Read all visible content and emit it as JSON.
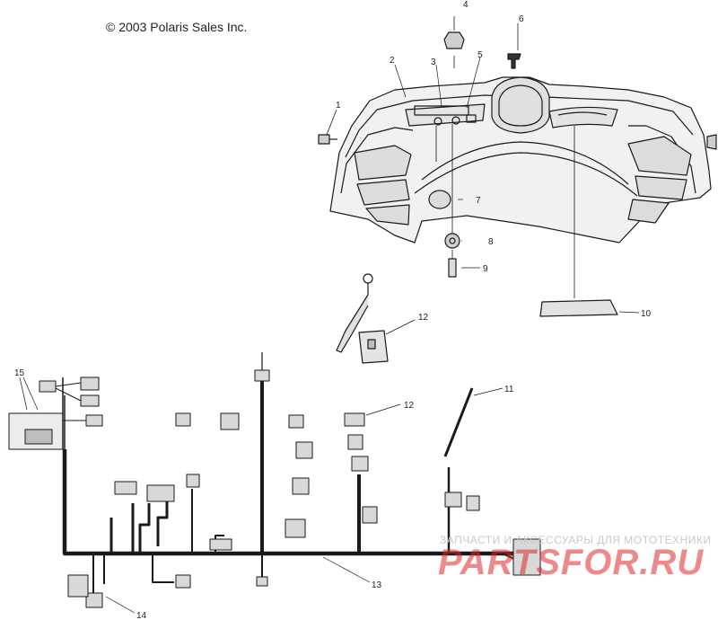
{
  "copyright": "© 2003 Polaris Sales Inc.",
  "callouts": {
    "c1": "1",
    "c2": "2",
    "c3": "3",
    "c4": "4",
    "c5": "5",
    "c6": "6",
    "c7": "7",
    "c8": "8",
    "c9": "9",
    "c10": "10",
    "c11": "11",
    "c12a": "12",
    "c12b": "12",
    "c13": "13",
    "c14": "14",
    "c15": "15"
  },
  "watermark": {
    "tagline": "ЗАПЧАСТИ И АКСЕССУАРЫ ДЛЯ МОТОТЕХНИКИ",
    "logo": "PARTSFOR.RU"
  },
  "colors": {
    "line": "#1a1a1a",
    "fill": "#e6e6e6",
    "watermark": "#dc2828"
  }
}
